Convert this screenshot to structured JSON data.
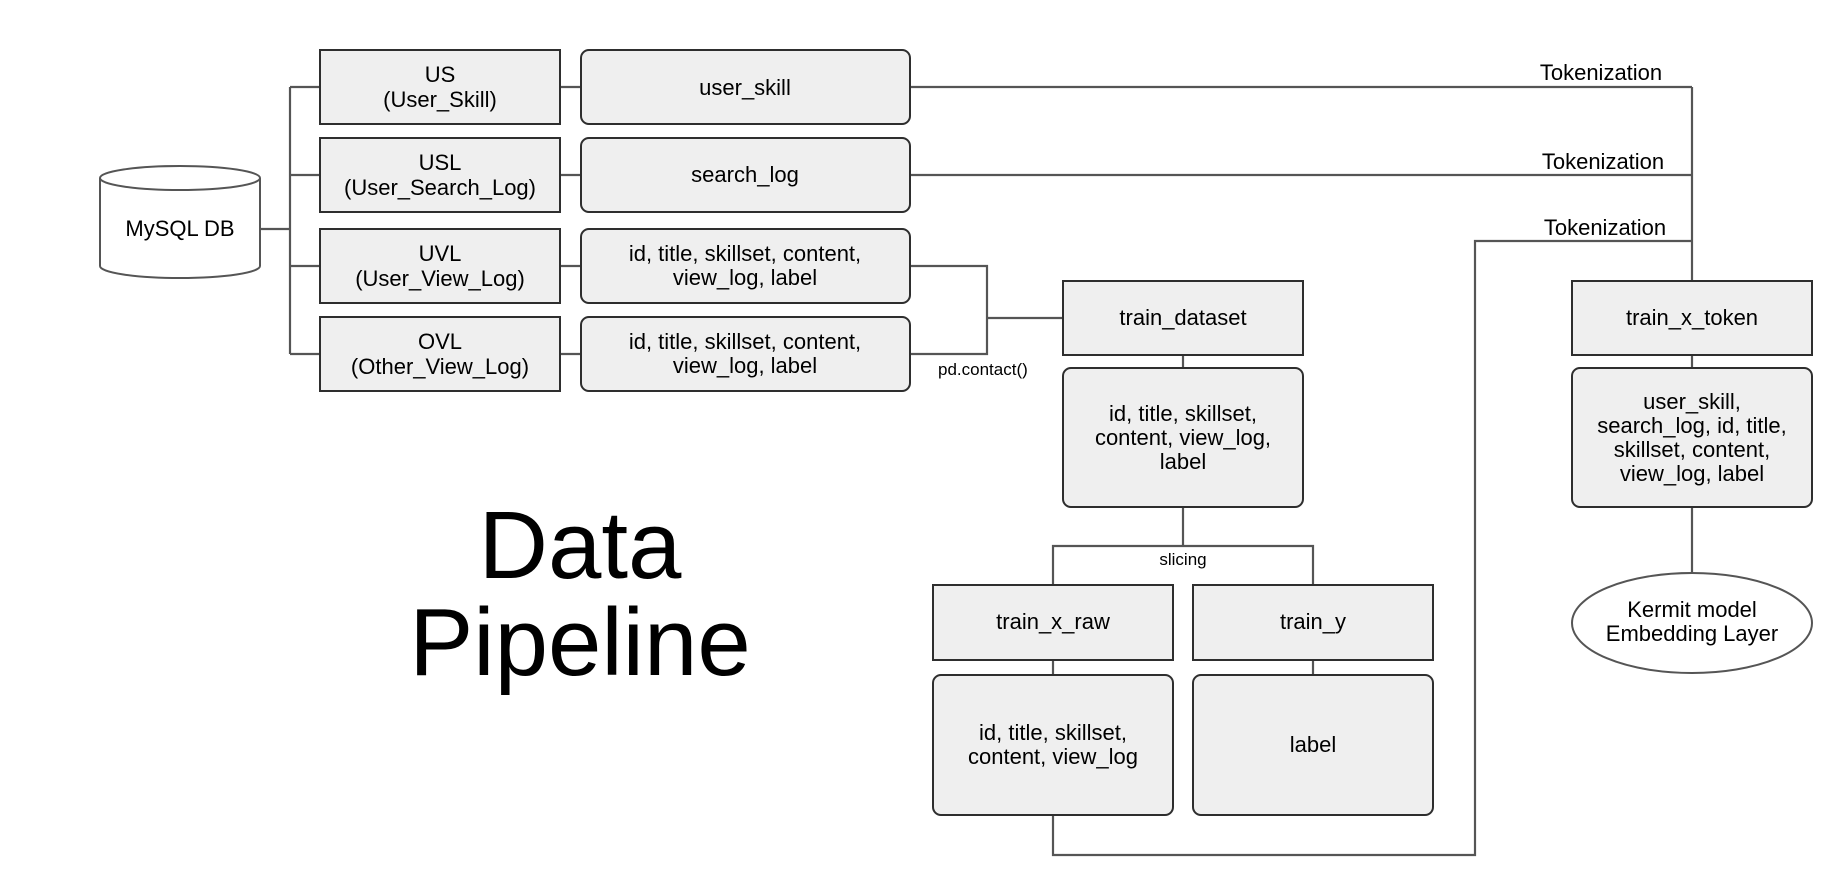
{
  "title": {
    "line1": "Data",
    "line2": "Pipeline"
  },
  "source": {
    "label": "MySQL DB"
  },
  "tables": [
    {
      "line1": "US",
      "line2": "(User_Skill)"
    },
    {
      "line1": "USL",
      "line2": "(User_Search_Log)"
    },
    {
      "line1": "UVL",
      "line2": "(User_View_Log)"
    },
    {
      "line1": "OVL",
      "line2": "(Other_View_Log)"
    }
  ],
  "fields": [
    {
      "line1": "user_skill"
    },
    {
      "line1": "search_log"
    },
    {
      "line1": "id, title, skillset, content,",
      "line2": "view_log, label"
    },
    {
      "line1": "id, title, skillset, content,",
      "line2": "view_log, label"
    }
  ],
  "concat_label": "pd.contact()",
  "train_dataset": {
    "label": "train_dataset",
    "fields": {
      "line1": "id, title, skillset,",
      "line2": "content, view_log,",
      "line3": "label"
    }
  },
  "slicing_label": "slicing",
  "train_x_raw": {
    "label": "train_x_raw",
    "fields": {
      "line1": "id, title, skillset,",
      "line2": "content, view_log"
    }
  },
  "train_y": {
    "label": "train_y",
    "fields": {
      "line1": "label"
    }
  },
  "tokenization_labels": [
    "Tokenization",
    "Tokenization",
    "Tokenization"
  ],
  "train_x_token": {
    "label": "train_x_token",
    "fields": {
      "line1": "user_skill,",
      "line2": "search_log, id, title,",
      "line3": "skillset, content,",
      "line4": "view_log, label"
    }
  },
  "model": {
    "line1": "Kermit model",
    "line2": "Embedding Layer"
  }
}
